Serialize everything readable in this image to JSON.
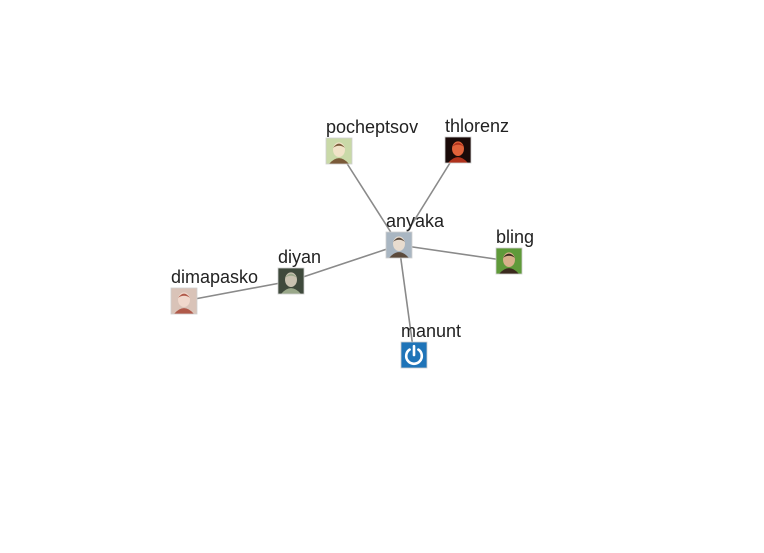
{
  "graph": {
    "center": "anyaka",
    "nodes": [
      {
        "id": "anyaka",
        "label": "anyaka",
        "avatar_icon": "person-photo-icon",
        "colors": {
          "bg": "#a9b6c2",
          "fg": "#5b4a3c",
          "accent": "#e8dccf"
        }
      },
      {
        "id": "pocheptsov",
        "label": "pocheptsov",
        "avatar_icon": "person-photo-icon",
        "colors": {
          "bg": "#c9d9a8",
          "fg": "#7a5a38",
          "accent": "#f1e3c8"
        }
      },
      {
        "id": "thlorenz",
        "label": "thlorenz",
        "avatar_icon": "person-photo-icon",
        "colors": {
          "bg": "#1a0a08",
          "fg": "#b0321c",
          "accent": "#e0623a"
        }
      },
      {
        "id": "bling",
        "label": "bling",
        "avatar_icon": "person-photo-icon",
        "colors": {
          "bg": "#5f9a3a",
          "fg": "#3b2a1e",
          "accent": "#d7b08a"
        }
      },
      {
        "id": "manunt",
        "label": "manunt",
        "avatar_icon": "power-icon",
        "colors": {
          "bg": "#1f74b8",
          "fg": "#ffffff",
          "accent": "#ffffff"
        }
      },
      {
        "id": "diyan",
        "label": "diyan",
        "avatar_icon": "person-photo-icon",
        "colors": {
          "bg": "#3f4a3c",
          "fg": "#9aa88a",
          "accent": "#c9c2b0"
        }
      },
      {
        "id": "dimapasko",
        "label": "dimapasko",
        "avatar_icon": "person-photo-icon",
        "colors": {
          "bg": "#d9c3b8",
          "fg": "#b05a4a",
          "accent": "#f0d8cc"
        }
      }
    ],
    "edges": [
      [
        "anyaka",
        "pocheptsov"
      ],
      [
        "anyaka",
        "thlorenz"
      ],
      [
        "anyaka",
        "bling"
      ],
      [
        "anyaka",
        "manunt"
      ],
      [
        "anyaka",
        "diyan"
      ],
      [
        "diyan",
        "dimapasko"
      ]
    ]
  }
}
